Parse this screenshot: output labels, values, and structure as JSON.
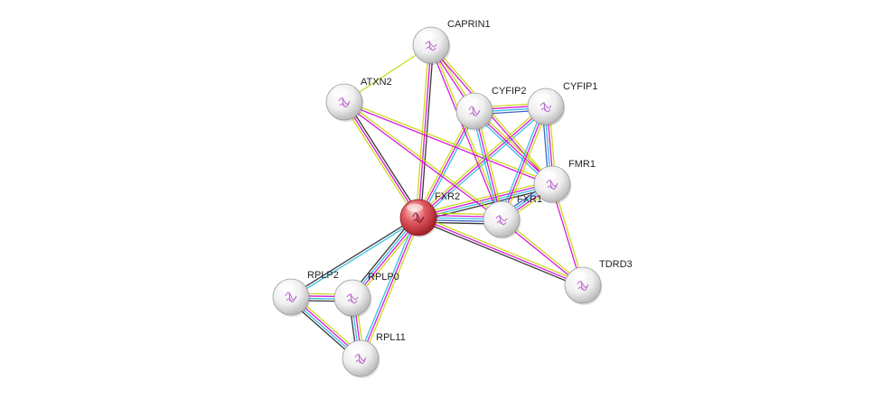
{
  "network": {
    "edge_colors": {
      "textmining": "#c4d600",
      "coexpression": "#222222",
      "experiments": "#d400d4",
      "databases": "#21b8e0",
      "cooccurrence": "#2a52be"
    },
    "node_colors": {
      "query": "#d8323c",
      "partner": "#f2f2f2"
    },
    "nodes": [
      {
        "id": "CAPRIN1",
        "label": "CAPRIN1",
        "query": false,
        "icon": "protein-structure-icon"
      },
      {
        "id": "ATXN2",
        "label": "ATXN2",
        "query": false,
        "icon": "protein-structure-icon"
      },
      {
        "id": "CYFIP2",
        "label": "CYFIP2",
        "query": false,
        "icon": "protein-structure-icon"
      },
      {
        "id": "CYFIP1",
        "label": "CYFIP1",
        "query": false,
        "icon": "protein-structure-icon"
      },
      {
        "id": "FMR1",
        "label": "FMR1",
        "query": false,
        "icon": "protein-structure-icon"
      },
      {
        "id": "FXR2",
        "label": "FXR2",
        "query": true,
        "icon": "protein-structure-icon"
      },
      {
        "id": "FXR1",
        "label": "FXR1",
        "query": false,
        "icon": "protein-structure-icon"
      },
      {
        "id": "TDRD3",
        "label": "TDRD3",
        "query": false,
        "icon": "protein-structure-icon"
      },
      {
        "id": "RPLP2",
        "label": "RPLP2",
        "query": false,
        "icon": "protein-structure-icon"
      },
      {
        "id": "RPLP0",
        "label": "RPLP0",
        "query": false,
        "icon": "protein-structure-icon"
      },
      {
        "id": "RPL11",
        "label": "RPL11",
        "query": false,
        "icon": "protein-structure-icon"
      }
    ],
    "edges": [
      {
        "from": "FXR2",
        "to": "CAPRIN1",
        "types": [
          "textmining",
          "experiments",
          "coexpression"
        ]
      },
      {
        "from": "FXR2",
        "to": "ATXN2",
        "types": [
          "textmining",
          "experiments",
          "coexpression"
        ]
      },
      {
        "from": "FXR2",
        "to": "CYFIP2",
        "types": [
          "textmining",
          "experiments",
          "databases"
        ]
      },
      {
        "from": "FXR2",
        "to": "CYFIP1",
        "types": [
          "textmining",
          "experiments",
          "databases"
        ]
      },
      {
        "from": "FXR2",
        "to": "FMR1",
        "types": [
          "textmining",
          "experiments",
          "databases",
          "coexpression"
        ]
      },
      {
        "from": "FXR2",
        "to": "FXR1",
        "types": [
          "textmining",
          "experiments",
          "databases",
          "cooccurrence",
          "coexpression"
        ]
      },
      {
        "from": "FXR2",
        "to": "TDRD3",
        "types": [
          "textmining",
          "experiments",
          "coexpression"
        ]
      },
      {
        "from": "FXR2",
        "to": "RPLP2",
        "types": [
          "databases",
          "coexpression"
        ]
      },
      {
        "from": "FXR2",
        "to": "RPLP0",
        "types": [
          "textmining",
          "experiments",
          "databases",
          "coexpression"
        ]
      },
      {
        "from": "FXR2",
        "to": "RPL11",
        "types": [
          "textmining",
          "experiments",
          "databases"
        ]
      },
      {
        "from": "CAPRIN1",
        "to": "ATXN2",
        "types": [
          "textmining"
        ]
      },
      {
        "from": "CAPRIN1",
        "to": "CYFIP2",
        "types": [
          "textmining",
          "experiments"
        ]
      },
      {
        "from": "CAPRIN1",
        "to": "FMR1",
        "types": [
          "textmining",
          "experiments"
        ]
      },
      {
        "from": "CAPRIN1",
        "to": "FXR1",
        "types": [
          "textmining",
          "experiments"
        ]
      },
      {
        "from": "ATXN2",
        "to": "FMR1",
        "types": [
          "textmining",
          "experiments"
        ]
      },
      {
        "from": "ATXN2",
        "to": "FXR1",
        "types": [
          "textmining",
          "experiments"
        ]
      },
      {
        "from": "CYFIP2",
        "to": "CYFIP1",
        "types": [
          "textmining",
          "experiments",
          "databases",
          "cooccurrence"
        ]
      },
      {
        "from": "CYFIP2",
        "to": "FMR1",
        "types": [
          "textmining",
          "experiments",
          "databases"
        ]
      },
      {
        "from": "CYFIP2",
        "to": "FXR1",
        "types": [
          "textmining",
          "experiments",
          "databases"
        ]
      },
      {
        "from": "CYFIP1",
        "to": "FMR1",
        "types": [
          "textmining",
          "experiments",
          "databases",
          "cooccurrence"
        ]
      },
      {
        "from": "CYFIP1",
        "to": "FXR1",
        "types": [
          "textmining",
          "experiments",
          "databases"
        ]
      },
      {
        "from": "FMR1",
        "to": "FXR1",
        "types": [
          "textmining",
          "experiments",
          "databases",
          "cooccurrence"
        ]
      },
      {
        "from": "FMR1",
        "to": "TDRD3",
        "types": [
          "textmining",
          "experiments"
        ]
      },
      {
        "from": "FXR1",
        "to": "TDRD3",
        "types": [
          "textmining",
          "experiments"
        ]
      },
      {
        "from": "RPLP2",
        "to": "RPLP0",
        "types": [
          "textmining",
          "experiments",
          "databases",
          "coexpression"
        ]
      },
      {
        "from": "RPLP2",
        "to": "RPL11",
        "types": [
          "textmining",
          "experiments",
          "databases",
          "coexpression"
        ]
      },
      {
        "from": "RPLP0",
        "to": "RPL11",
        "types": [
          "textmining",
          "experiments",
          "databases",
          "coexpression"
        ]
      }
    ]
  }
}
